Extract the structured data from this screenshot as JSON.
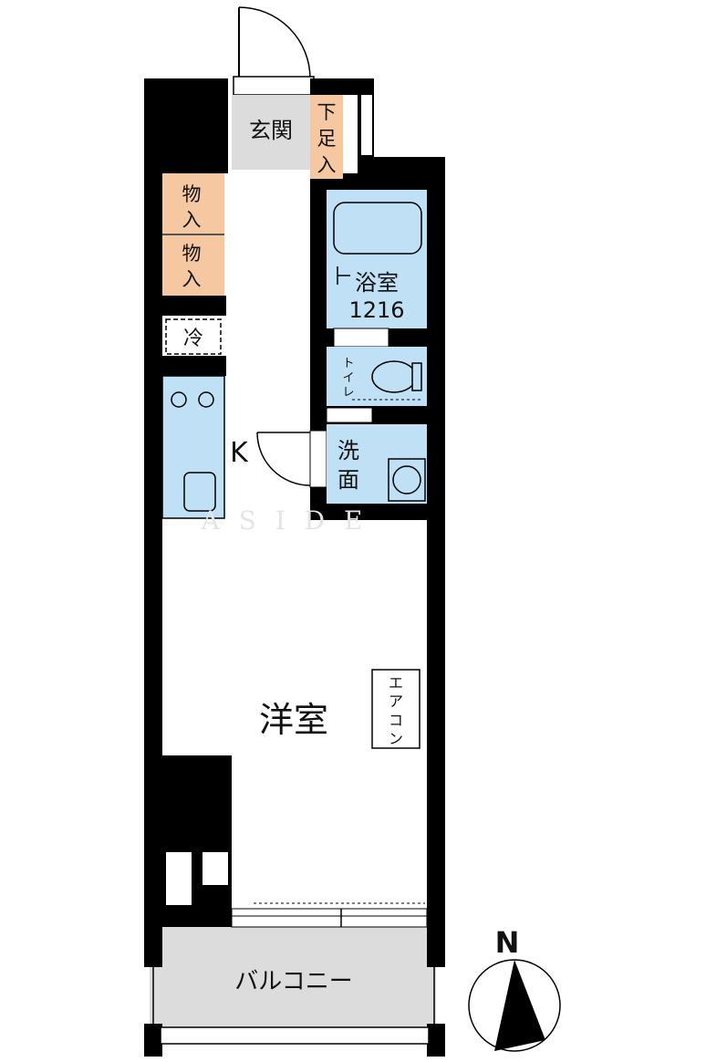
{
  "rooms": {
    "entrance": "玄関",
    "shoe_storage": [
      "下",
      "足",
      "入"
    ],
    "storage_1": [
      "物",
      "入"
    ],
    "storage_2": [
      "物",
      "入"
    ],
    "fridge": "冷",
    "kitchen": "K",
    "bathroom": "浴室",
    "bathroom_size": "1216",
    "toilet": [
      "ト",
      "イ",
      "レ"
    ],
    "washroom": [
      "洗",
      "面"
    ],
    "western_room": "洋室",
    "aircon": [
      "エ",
      "ア",
      "コ",
      "ン"
    ],
    "balcony": "バルコニー"
  },
  "watermark": "A   S I D E",
  "compass": {
    "label": "N"
  },
  "colors": {
    "wall": "#000000",
    "wet_area": "#bfe0f5",
    "storage": "#f6c8a2",
    "entrance_floor": "#dcdcdc",
    "balcony_floor": "#dcdcdc"
  }
}
